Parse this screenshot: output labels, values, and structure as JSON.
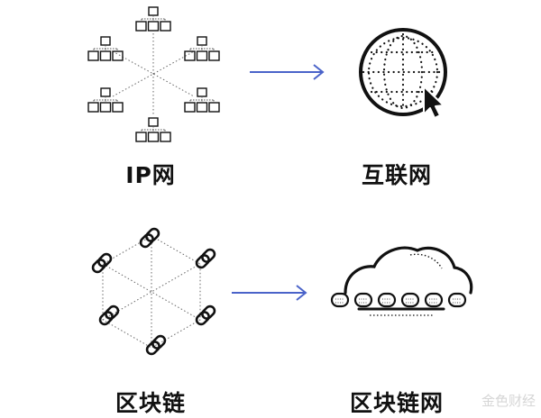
{
  "labels": {
    "ip_network": "IP网",
    "internet": "互联网",
    "blockchain": "区块链",
    "blockchain_network": "区块链网"
  },
  "watermark": "金色财经",
  "colors": {
    "arrow": "#4a63c9",
    "ink": "#111111",
    "dots": "#666666",
    "watermark": "#d6d6d6"
  },
  "icons": {
    "ip_network": "network-tree-icon",
    "internet": "globe-cursor-icon",
    "blockchain": "chain-hexagon-icon",
    "blockchain_network": "cloud-chain-icon"
  }
}
